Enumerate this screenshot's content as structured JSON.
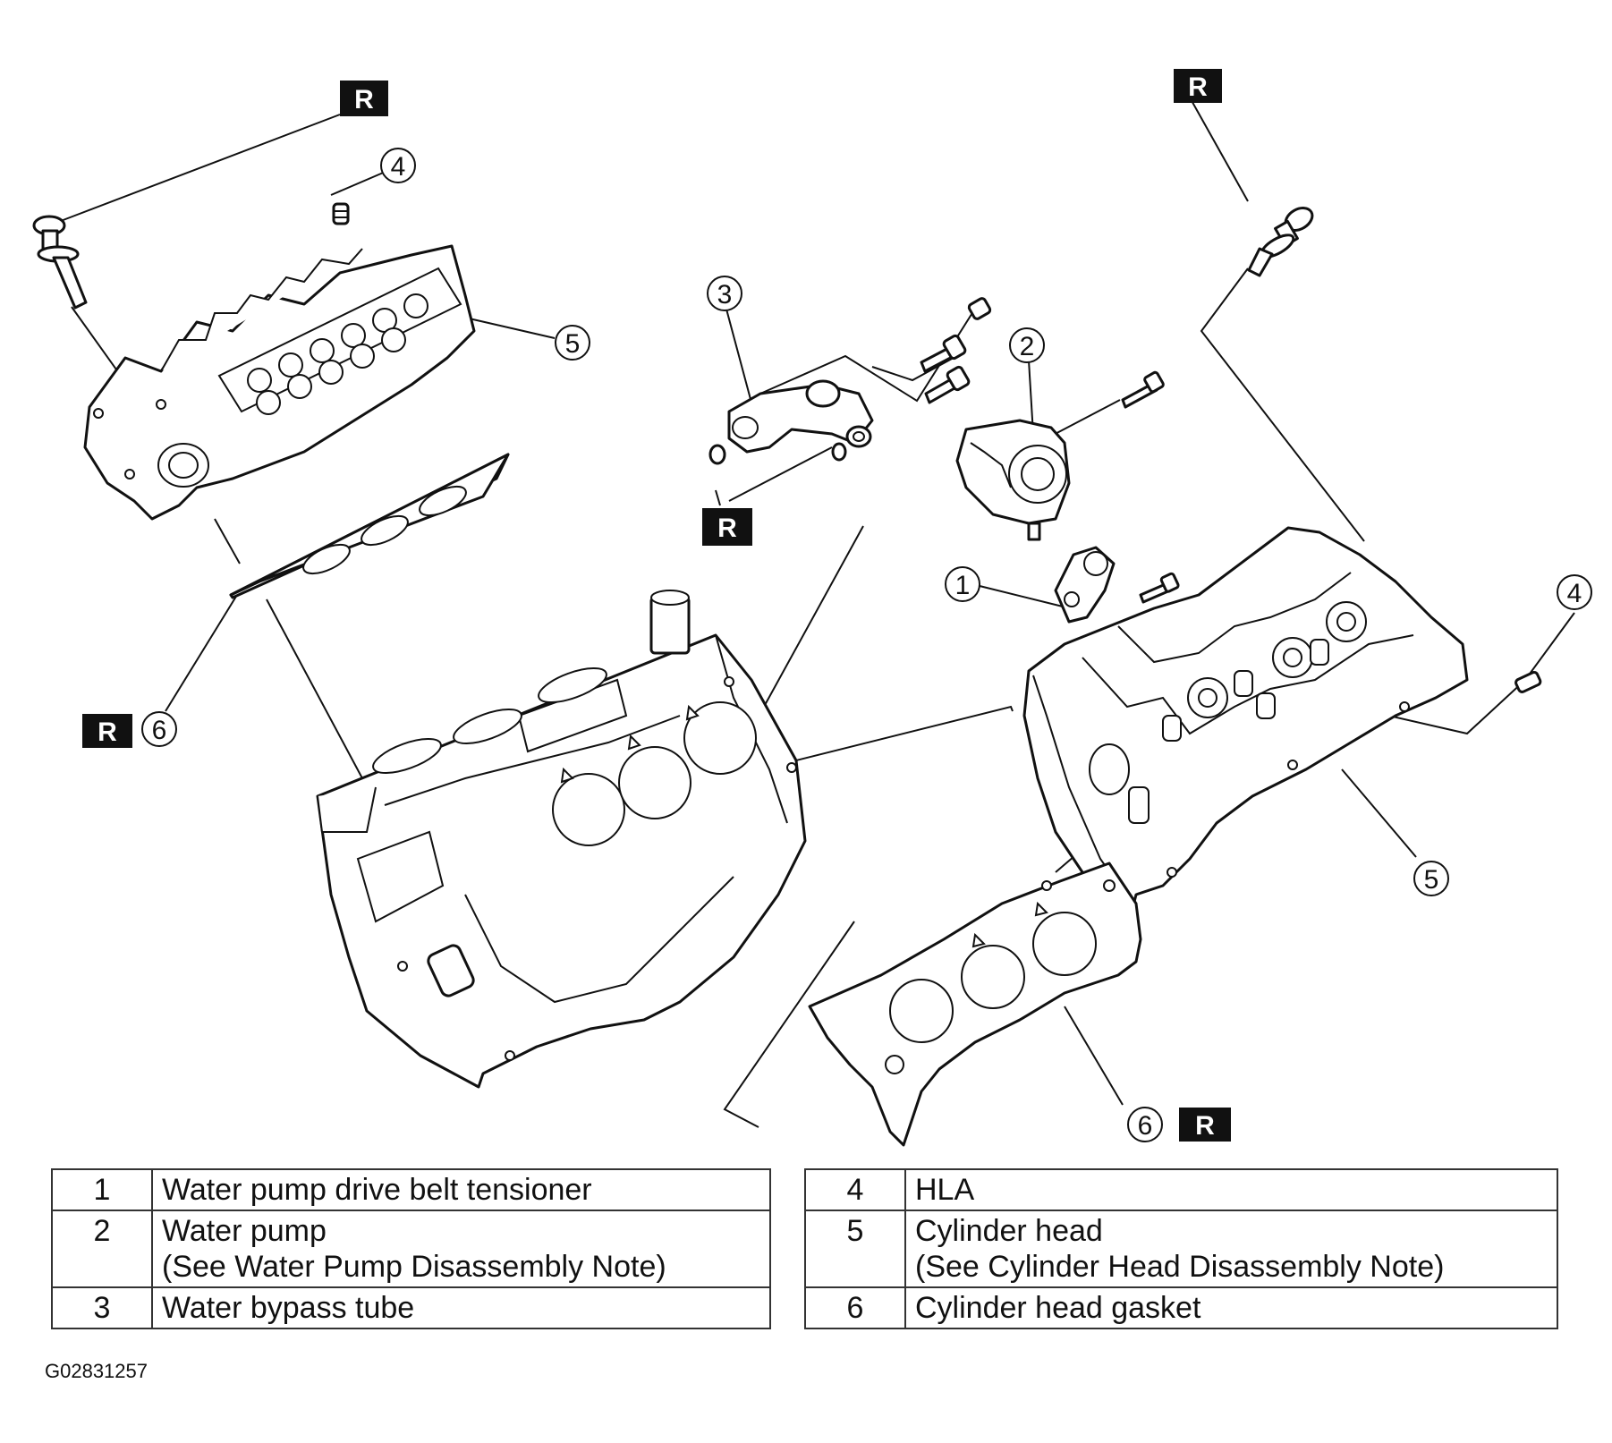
{
  "callouts": {
    "tensioner": "1",
    "water_pump": "2",
    "bypass_tube": "3",
    "hla": "4",
    "cylinder_head": "5",
    "gasket": "6"
  },
  "replace_mark": "R",
  "legend_left": [
    {
      "num": "1",
      "text": "Water pump drive belt tensioner",
      "note": ""
    },
    {
      "num": "2",
      "text": "Water pump",
      "note": "(See  Water Pump Disassembly Note)"
    },
    {
      "num": "3",
      "text": "Water bypass tube",
      "note": ""
    }
  ],
  "legend_right": [
    {
      "num": "4",
      "text": "HLA",
      "note": ""
    },
    {
      "num": "5",
      "text": "Cylinder head",
      "note": "(See Cylinder Head Disassembly Note)"
    },
    {
      "num": "6",
      "text": "Cylinder head gasket",
      "note": ""
    }
  ],
  "figure_id": "G02831257"
}
